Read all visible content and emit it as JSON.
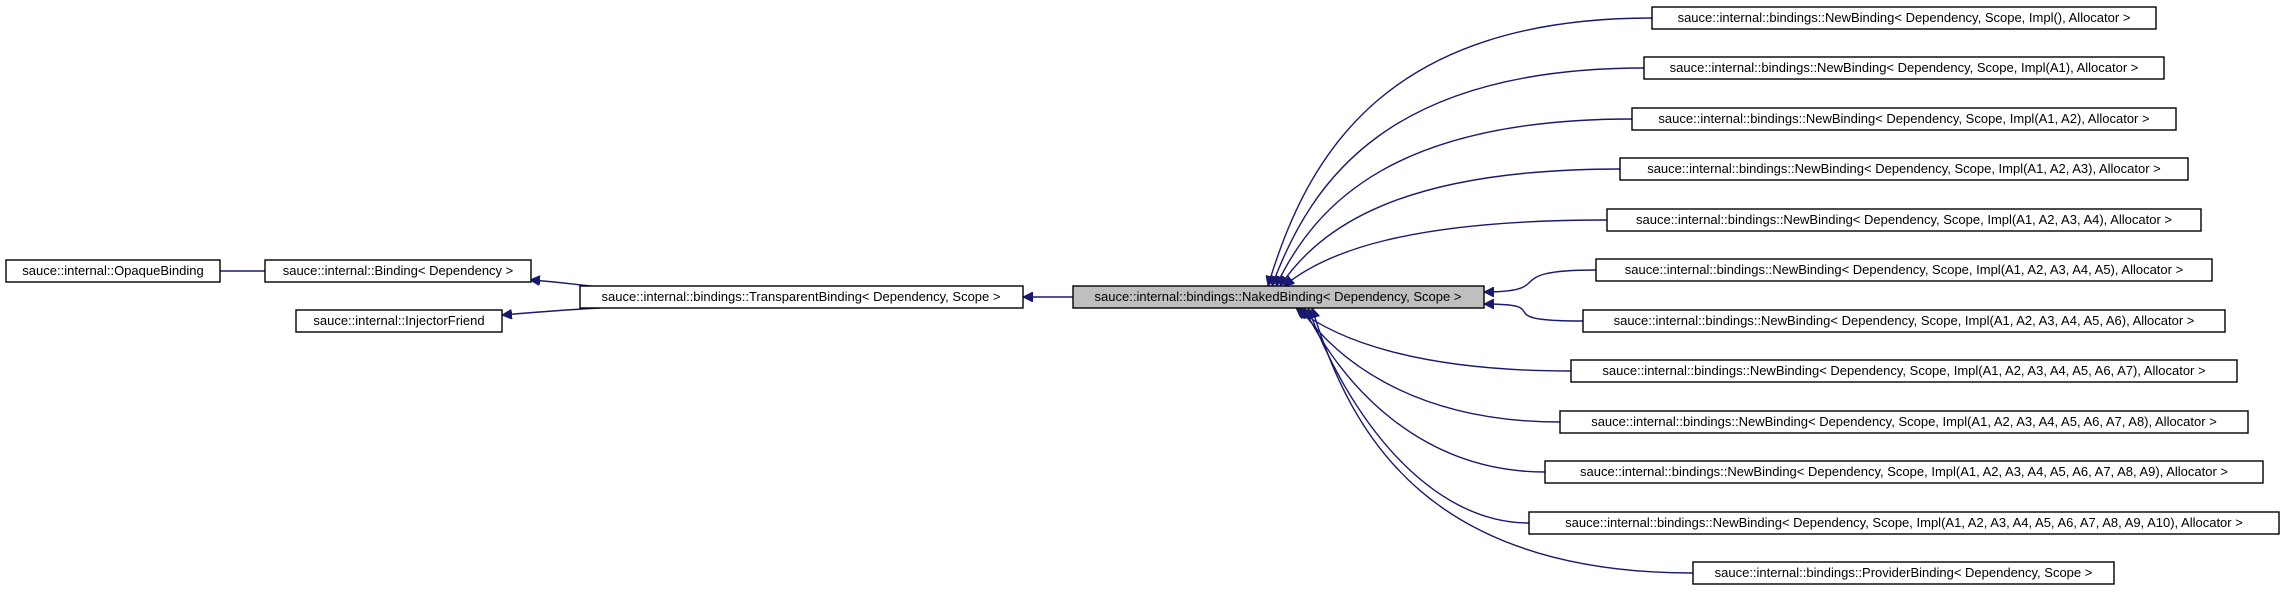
{
  "diagram": {
    "nodes": {
      "opaque": "sauce::internal::OpaqueBinding",
      "binding": "sauce::internal::Binding< Dependency >",
      "injector_friend": "sauce::internal::InjectorFriend",
      "transparent": "sauce::internal::bindings::TransparentBinding< Dependency, Scope >",
      "naked": "sauce::internal::bindings::NakedBinding< Dependency, Scope >",
      "children": [
        "sauce::internal::bindings::NewBinding< Dependency, Scope, Impl(), Allocator >",
        "sauce::internal::bindings::NewBinding< Dependency, Scope, Impl(A1), Allocator >",
        "sauce::internal::bindings::NewBinding< Dependency, Scope, Impl(A1, A2), Allocator >",
        "sauce::internal::bindings::NewBinding< Dependency, Scope, Impl(A1, A2, A3), Allocator >",
        "sauce::internal::bindings::NewBinding< Dependency, Scope, Impl(A1, A2, A3, A4), Allocator >",
        "sauce::internal::bindings::NewBinding< Dependency, Scope, Impl(A1, A2, A3, A4, A5), Allocator >",
        "sauce::internal::bindings::NewBinding< Dependency, Scope, Impl(A1, A2, A3, A4, A5, A6), Allocator >",
        "sauce::internal::bindings::NewBinding< Dependency, Scope, Impl(A1, A2, A3, A4, A5, A6, A7), Allocator >",
        "sauce::internal::bindings::NewBinding< Dependency, Scope, Impl(A1, A2, A3, A4, A5, A6, A7, A8), Allocator >",
        "sauce::internal::bindings::NewBinding< Dependency, Scope, Impl(A1, A2, A3, A4, A5, A6, A7, A8, A9), Allocator >",
        "sauce::internal::bindings::NewBinding< Dependency, Scope, Impl(A1, A2, A3, A4, A5, A6, A7, A8, A9, A10), Allocator >",
        "sauce::internal::bindings::ProviderBinding< Dependency, Scope >"
      ]
    },
    "colors": {
      "edge": "#191970",
      "highlight_fill": "#bfbfbf",
      "box_stroke": "#000000"
    }
  }
}
